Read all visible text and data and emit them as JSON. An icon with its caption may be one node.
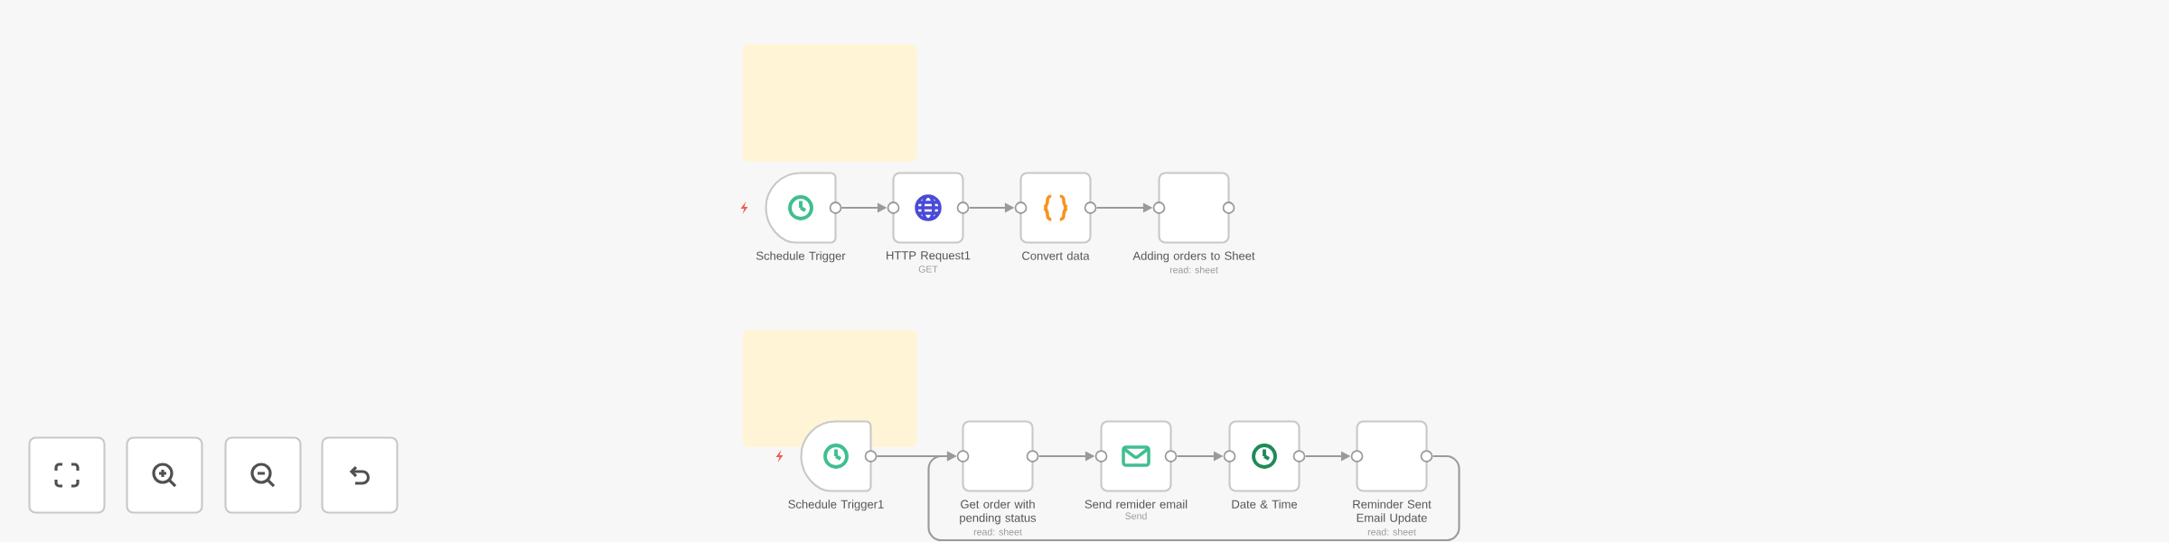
{
  "diagram": {
    "nodes": [
      {
        "text": [],
        "shape": "box"
      },
      {
        "text": [
          "Schedule Trigger"
        ]
      },
      {
        "text": [
          "HTTP Request1",
          "GET"
        ]
      },
      {
        "text": [
          "Convert data"
        ]
      },
      {
        "text": [
          "Adding orders to Sheet",
          "read: sheet"
        ]
      },
      {
        "text": [],
        "shape": "box"
      },
      {
        "text": [
          "Schedule Trigger1"
        ]
      },
      {
        "text": [
          "Get order with pending status",
          "read: sheet"
        ]
      },
      {
        "text": [
          "Send remider email",
          "Send"
        ]
      },
      {
        "text": [
          "Date & Time"
        ]
      },
      {
        "text": [
          "Reminder Sent Email Update",
          "read: sheet"
        ]
      },
      {
        "text": [],
        "shape": "box"
      },
      {
        "text": [],
        "shape": "box"
      },
      {
        "text": [],
        "shape": "box"
      },
      {
        "text": [],
        "shape": "box"
      }
    ],
    "edges": [
      {
        "from": 1,
        "to": 2,
        "arrow": "to"
      },
      {
        "from": 2,
        "to": 3,
        "arrow": "to"
      },
      {
        "from": 3,
        "to": 4,
        "arrow": "to"
      },
      {
        "from": 6,
        "to": 7,
        "arrow": "to"
      },
      {
        "from": 7,
        "to": 8,
        "arrow": "to"
      },
      {
        "from": 8,
        "to": 9,
        "arrow": "to"
      },
      {
        "from": 9,
        "to": 10,
        "arrow": "to"
      },
      {
        "from": 10,
        "to": 7,
        "arrow": "to"
      }
    ]
  }
}
